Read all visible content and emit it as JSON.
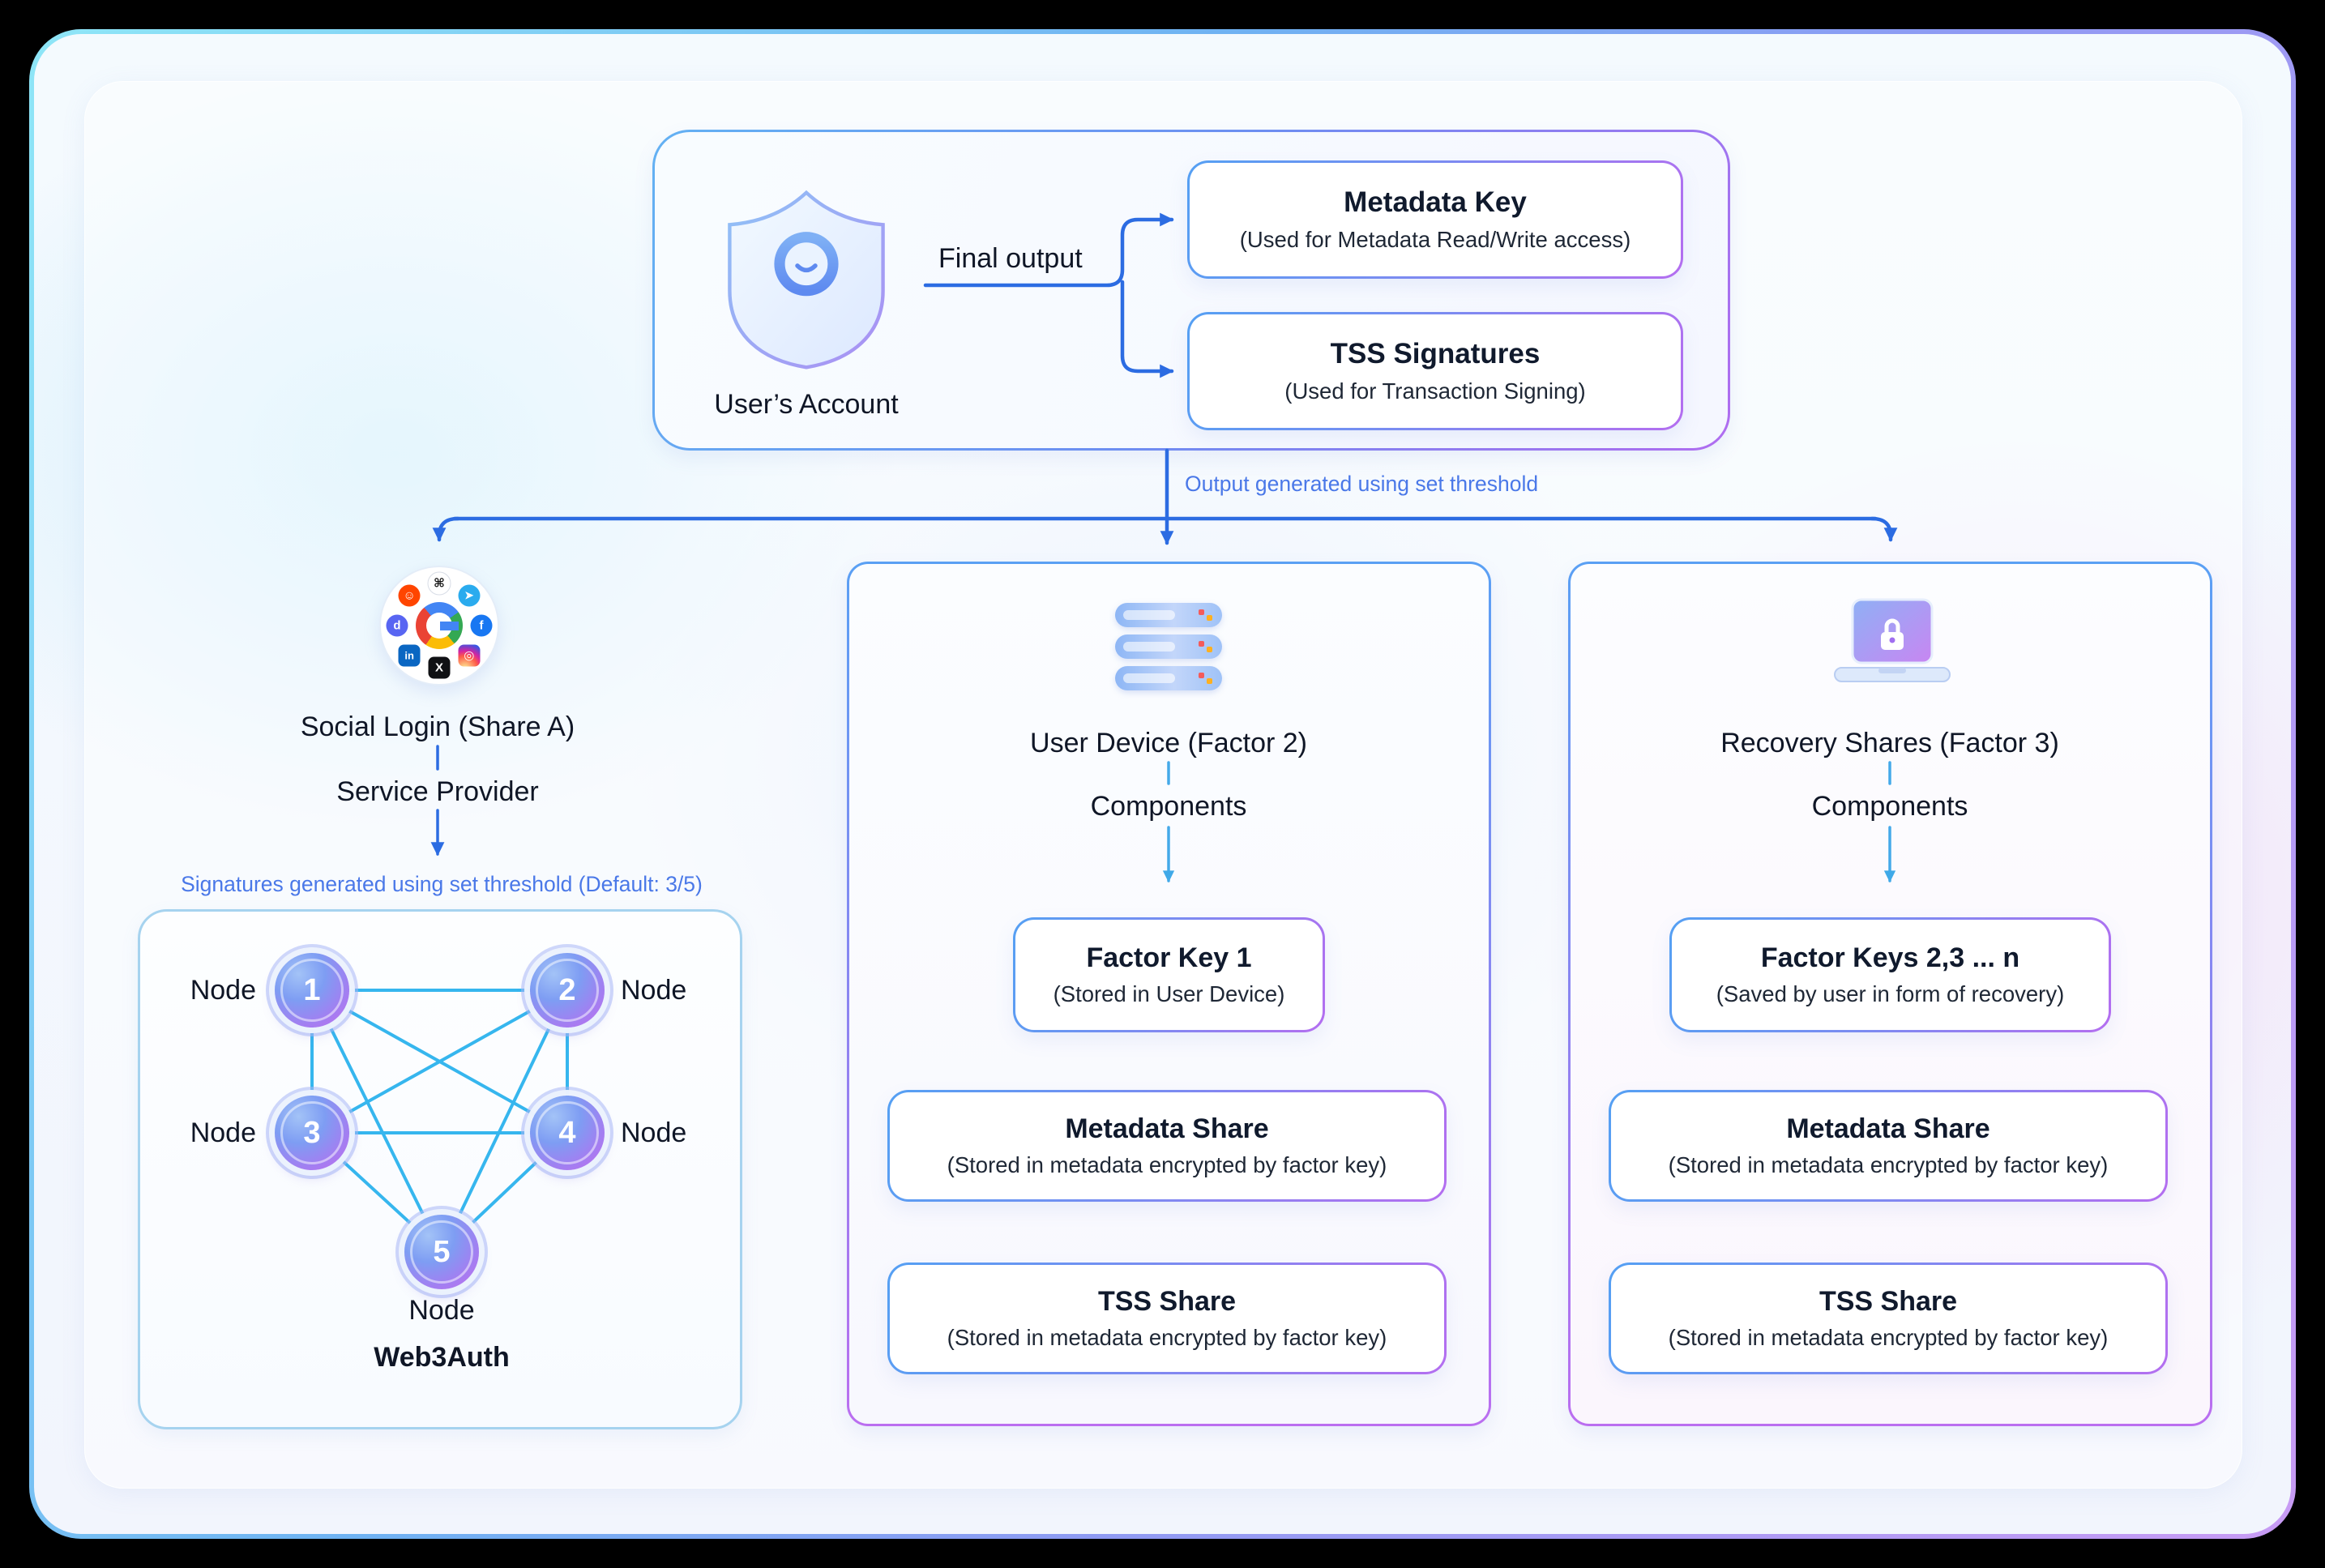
{
  "account_section": {
    "final_output_label": "Final output",
    "account_label": "User’s Account",
    "metadata_key": {
      "title": "Metadata Key",
      "subtitle": "(Used for Metadata Read/Write access)"
    },
    "tss_signatures": {
      "title": "TSS Signatures",
      "subtitle": "(Used for Transaction Signing)"
    }
  },
  "threshold_label": "Output generated using set threshold",
  "social_column": {
    "title": "Social Login (Share A)",
    "provider_label": "Service Provider",
    "signatures_label": "Signatures generated using set threshold (Default: 3/5)",
    "badges": [
      {
        "name": "apple",
        "glyph": "⌘"
      },
      {
        "name": "telegram",
        "glyph": "➤"
      },
      {
        "name": "facebook",
        "glyph": "f"
      },
      {
        "name": "instagram",
        "glyph": "◎"
      },
      {
        "name": "x",
        "glyph": "X"
      },
      {
        "name": "linkedin",
        "glyph": "in"
      },
      {
        "name": "discord",
        "glyph": "d"
      },
      {
        "name": "reddit",
        "glyph": "☺"
      }
    ],
    "network": {
      "node_label": "Node",
      "nodes": [
        "1",
        "2",
        "3",
        "4",
        "5"
      ],
      "caption": "Web3Auth"
    }
  },
  "device_column": {
    "icon": "server-stack-icon",
    "title": "User Device (Factor 2)",
    "components_label": "Components",
    "boxes": [
      {
        "title": "Factor Key 1",
        "subtitle": "(Stored in User Device)"
      },
      {
        "title": "Metadata Share",
        "subtitle": "(Stored in metadata encrypted by factor key)"
      },
      {
        "title": "TSS Share",
        "subtitle": "(Stored in metadata encrypted by factor key)"
      }
    ]
  },
  "recovery_column": {
    "icon": "laptop-lock-icon",
    "title": "Recovery Shares (Factor 3)",
    "components_label": "Components",
    "boxes": [
      {
        "title": "Factor Keys 2,3 ... n",
        "subtitle": "(Saved by user in form of recovery)"
      },
      {
        "title": "Metadata Share",
        "subtitle": "(Stored in metadata encrypted by factor key)"
      },
      {
        "title": "TSS Share",
        "subtitle": "(Stored in metadata encrypted by factor key)"
      }
    ]
  },
  "colors": {
    "arrow_blue": "#2c6ce2",
    "arrow_cyan": "#3fa9e8",
    "label_blue": "#4a78e8",
    "edge_cyan": "#36b6ee",
    "border_gradient_start": "#55a0f3",
    "border_gradient_end": "#b46ef0"
  }
}
